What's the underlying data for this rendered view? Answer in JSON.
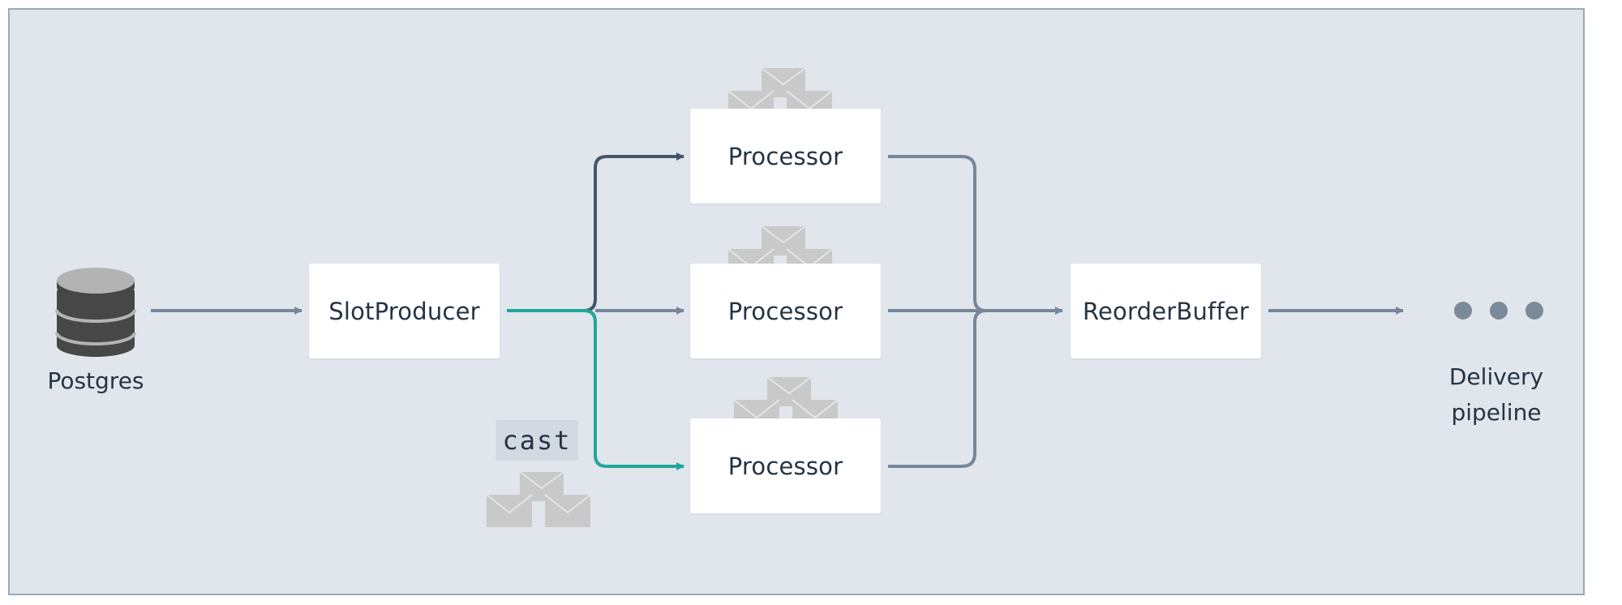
{
  "nodes": {
    "source_label": "Postgres",
    "producer_label": "SlotProducer",
    "processor_labels": [
      "Processor",
      "Processor",
      "Processor"
    ],
    "buffer_label": "ReorderBuffer",
    "delivery_label_line1": "Delivery",
    "delivery_label_line2": "pipeline"
  },
  "annotation": {
    "cast_label": "cast"
  },
  "colors": {
    "background": "#e1e6ec",
    "border": "#9aaab9",
    "arrow_default": "#76879a",
    "arrow_active_top": "#44566b",
    "arrow_cast": "#1fa89a",
    "database_dark": "#474747",
    "database_light": "#b3b3b3",
    "envelope": "#c9c9c9"
  },
  "icons": {
    "source": "database-icon",
    "messages": "envelope-stack-icon",
    "delivery": "ellipsis-icon"
  }
}
